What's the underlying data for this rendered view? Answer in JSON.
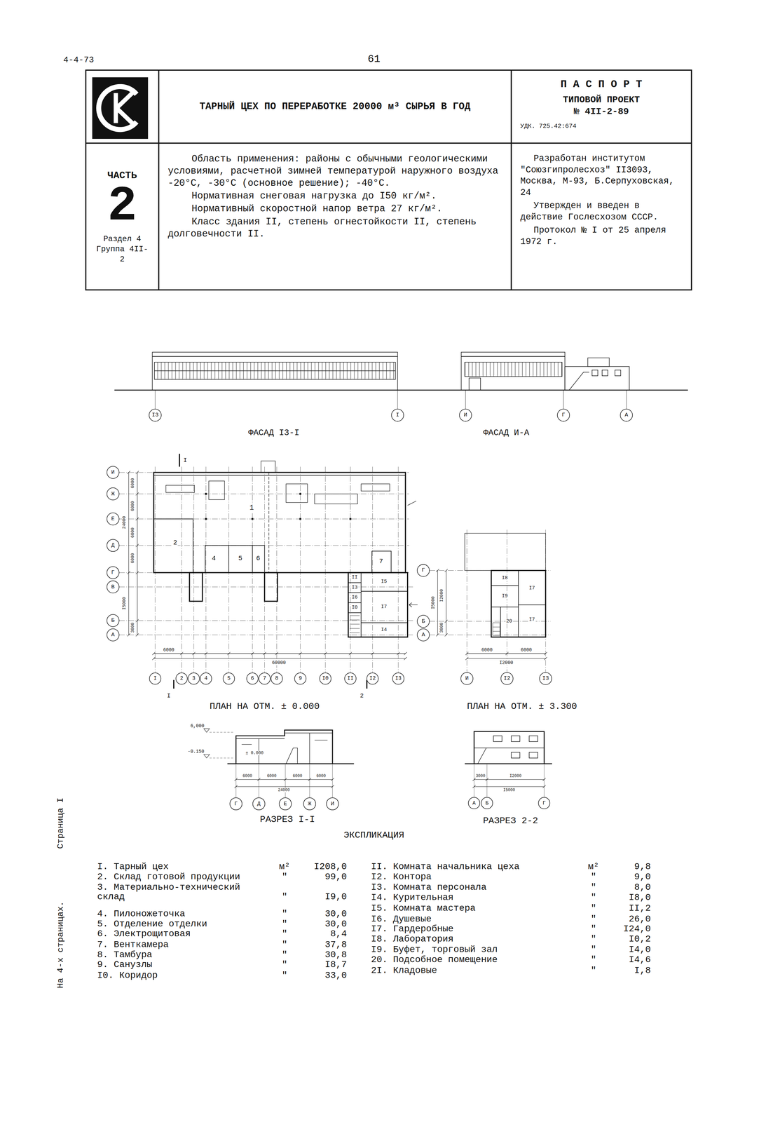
{
  "diagram": {
    "nodes": [
      {
        "text": [
          "ТАРНЫЙ ЦЕХ ПО ПЕРЕРАБОТКЕ 20000 м³ СЫРЬЯ В ГОД"
        ]
      },
      {
        "text": [
          "П А С П О Р Т",
          "ТИПОВОЙ ПРОЕКТ № 4II-2-89",
          "УДК. 725.42:674"
        ]
      },
      {
        "text": [
          "ЧАСТЬ",
          "2",
          "Раздел 4 Группа 4II-2"
        ]
      },
      {
        "text": [
          "Область применения: районы с обычными геологическими условиями, расчетной зимней температурой наружного воздуха -20°С, -30°С (основное решение); -40°С.",
          "Нормативная снеговая нагрузка до I50 кг/м².",
          "Нормативный скоростной напор ветра 27 кг/м².",
          "Класс здания II, степень огнестойкости II, степень долговечности II."
        ]
      },
      {
        "text": [
          "Разработан институтом \"Союзгипролесхоз\" II3093, Москва, М-93, Б.Серпуховская, 24",
          "Утвержден и введен в действие Гослесхозом СССР.",
          "Протокол № I от 25 апреля 1972 г."
        ]
      }
    ],
    "labels": [
      "4-4-73",
      "61",
      "ФАСАД I3-I",
      "ФАСАД И-А",
      "I3",
      "I",
      "И",
      "Г",
      "А",
      "И",
      "Ж",
      "Е",
      "Д",
      "Г",
      "В",
      "Б",
      "А",
      "I",
      "2",
      "3",
      "4",
      "5",
      "6",
      "7",
      "8",
      "9",
      "I0",
      "II",
      "I2",
      "I3",
      "1",
      "2",
      "4",
      "5",
      "6",
      "7",
      "I5",
      "I7",
      "I4",
      "II",
      "I3",
      "I6",
      "I0",
      "I8",
      "I7",
      "I9",
      "20",
      "I7",
      "6000",
      "60000",
      "6000",
      "6000",
      "6000",
      "6000",
      "24000",
      "I5000",
      "3000",
      "6000",
      "6000",
      "I2000",
      "I5000",
      "3000",
      "I2000",
      "I",
      "I",
      "2",
      "ПЛАН НА ОТМ. ± 0.000",
      "ПЛАН НА ОТМ. ± 3.300",
      "Г",
      "Б",
      "А",
      "И",
      "I2",
      "I3",
      "6,000",
      "-0.150",
      "± 0.000",
      "6000",
      "6000",
      "6000",
      "6000",
      "24000",
      "Г",
      "Д",
      "Е",
      "Ж",
      "И",
      "РАЗРЕЗ I-I",
      "3000",
      "I2000",
      "I5000",
      "А",
      "Б",
      "Г",
      "РАЗРЕЗ 2-2",
      "ЭКСПЛИКАЦИЯ",
      "I. Тарный цех",
      "м²",
      "I208,0",
      "2. Склад готовой продукции",
      "″",
      "99,0",
      "3. Материально-технический склад",
      "″",
      "I9,0",
      "4. Пилоножеточка",
      "″",
      "30,0",
      "5. Отделение отделки",
      "″",
      "30,0",
      "6. Электрощитовая",
      "″",
      "8,4",
      "7. Венткамера",
      "″",
      "37,8",
      "8. Тамбура",
      "″",
      "30,8",
      "9. Санузлы",
      "″",
      "I8,7",
      "I0. Коридор",
      "″",
      "33,0",
      "II. Комната начальника цеха",
      "м²",
      "9,8",
      "I2. Контора",
      "″",
      "9,0",
      "I3. Комната персонала",
      "″",
      "8,0",
      "I4. Курительная",
      "″",
      "I8,0",
      "I5. Комната мастера",
      "″",
      "II,2",
      "I6. Душевые",
      "″",
      "26,0",
      "I7. Гардеробные",
      "″",
      "I24,0",
      "I8. Лаборатория",
      "″",
      "I0,2",
      "I9. Буфет, торговый зал",
      "″",
      "I4,0",
      "20. Подсобное помещение",
      "″",
      "I4,6",
      "2I. Кладовые",
      "″",
      "I,8",
      "На 4-х страницах.",
      "Страница I"
    ]
  }
}
